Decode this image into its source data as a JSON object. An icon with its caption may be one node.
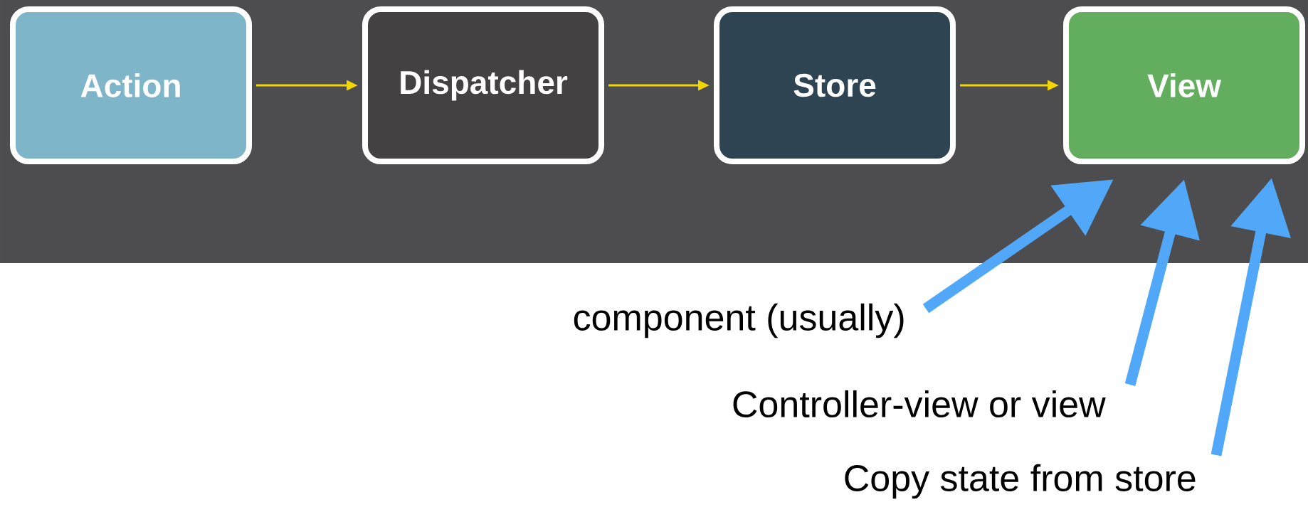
{
  "diagram": {
    "nodes": [
      {
        "text": [
          "Action"
        ]
      },
      {
        "text": [
          "Dispatcher"
        ]
      },
      {
        "text": [
          "Store"
        ]
      },
      {
        "text": [
          "View"
        ]
      },
      {
        "text": [
          "component (usually)"
        ]
      },
      {
        "text": [
          "Controller-view or view"
        ]
      },
      {
        "text": [
          "Copy state from store"
        ]
      }
    ],
    "edges": [
      {
        "from": 0,
        "to": 1,
        "arrow": "to",
        "color": "#f2d600"
      },
      {
        "from": 1,
        "to": 2,
        "arrow": "to",
        "color": "#f2d600"
      },
      {
        "from": 2,
        "to": 3,
        "arrow": "to",
        "color": "#f2d600"
      },
      {
        "from": 4,
        "to": 3,
        "arrow": "to",
        "style": "thick",
        "color": "#52a8f8"
      },
      {
        "from": 5,
        "to": 3,
        "arrow": "to",
        "style": "thick",
        "color": "#52a8f8"
      },
      {
        "from": 6,
        "to": 3,
        "arrow": "to",
        "style": "thick",
        "color": "#52a8f8"
      }
    ]
  }
}
